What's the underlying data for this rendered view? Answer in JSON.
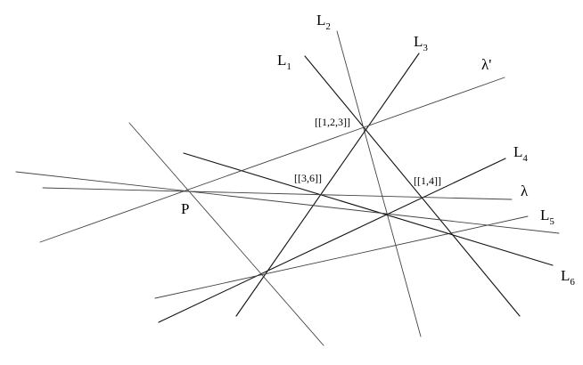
{
  "labels": {
    "L1": {
      "main": "L",
      "sub": "1"
    },
    "L2": {
      "main": "L",
      "sub": "2"
    },
    "L3": {
      "main": "L",
      "sub": "3"
    },
    "L4": {
      "main": "L",
      "sub": "4"
    },
    "L5": {
      "main": "L",
      "sub": "5"
    },
    "L6": {
      "main": "L",
      "sub": "6"
    },
    "lambda": "λ",
    "lambda_prime": "λ'",
    "P": "P"
  },
  "point_labels": {
    "p123": "[[1,2,3]]",
    "p36": "[[3,6]]",
    "p14": "[[1,4]]"
  }
}
